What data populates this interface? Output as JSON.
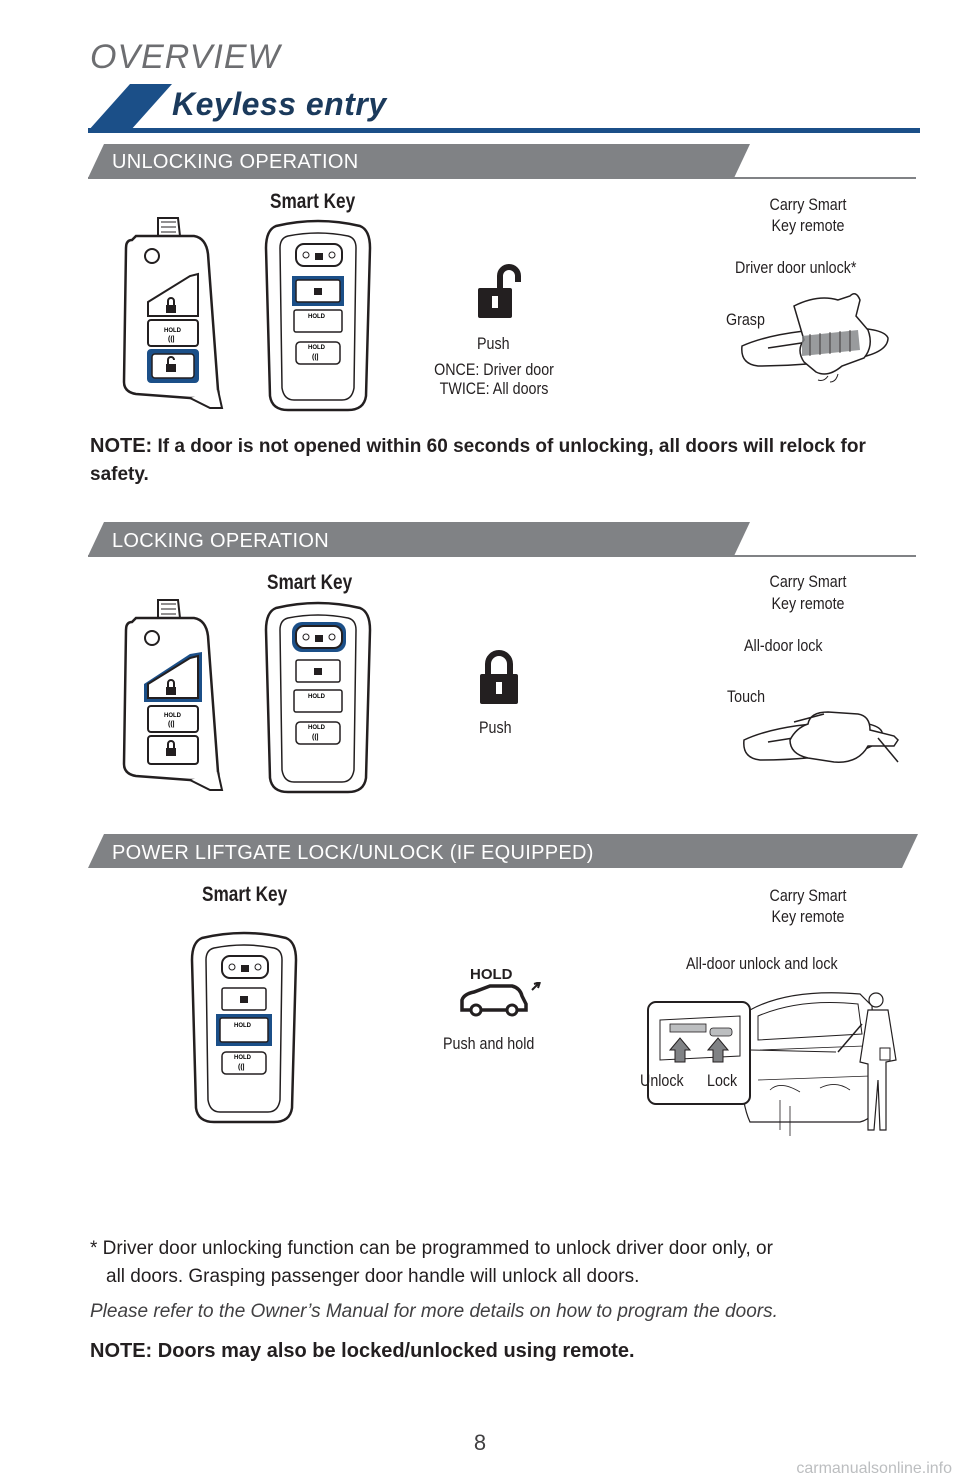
{
  "header": {
    "overview": "OVERVIEW",
    "title": "Keyless entry"
  },
  "colors": {
    "accent_blue": "#1b4f88",
    "bar_gray": "#808285",
    "title_dark": "#1b3a5c"
  },
  "unlocking": {
    "heading": "UNLOCKING OPERATION",
    "smart_key": "Smart Key",
    "push": "Push",
    "once": "ONCE: Driver door",
    "twice": "TWICE: All doors",
    "carry_line1": "Carry Smart",
    "carry_line2": "Key remote",
    "driver_unlock": "Driver door unlock*",
    "grasp": "Grasp",
    "note_label": "NOTE:",
    "note_text": " If a door is not opened within 60 seconds of unlocking, all doors will relock for safety."
  },
  "locking": {
    "heading": "LOCKING OPERATION",
    "smart_key": "Smart Key",
    "push": "Push",
    "carry_line1": "Carry Smart",
    "carry_line2": "Key remote",
    "all_door_lock": "All-door lock",
    "touch": "Touch"
  },
  "liftgate": {
    "heading": "POWER LIFTGATE LOCK/UNLOCK (IF EQUIPPED)",
    "smart_key": "Smart Key",
    "hold": "HOLD",
    "push_hold": "Push and hold",
    "carry_line1": "Carry Smart",
    "carry_line2": "Key remote",
    "all_door_unlock_lock": "All-door unlock and lock",
    "unlock": "Unlock",
    "lock": "Lock"
  },
  "footer": {
    "asterisk_note": "* Driver door unlocking function can be programmed to unlock driver door only, or",
    "asterisk_note2": "all doors. Grasping passenger door handle will unlock all doors.",
    "manual_ref": "Please refer to the Owner’s Manual for more details on how to program the doors.",
    "remote_note": "NOTE: Doors may also be locked/unlocked using remote.",
    "page_number": "8"
  },
  "fob": {
    "hold_label": "HOLD"
  },
  "watermark": "carmanualsonline.info"
}
